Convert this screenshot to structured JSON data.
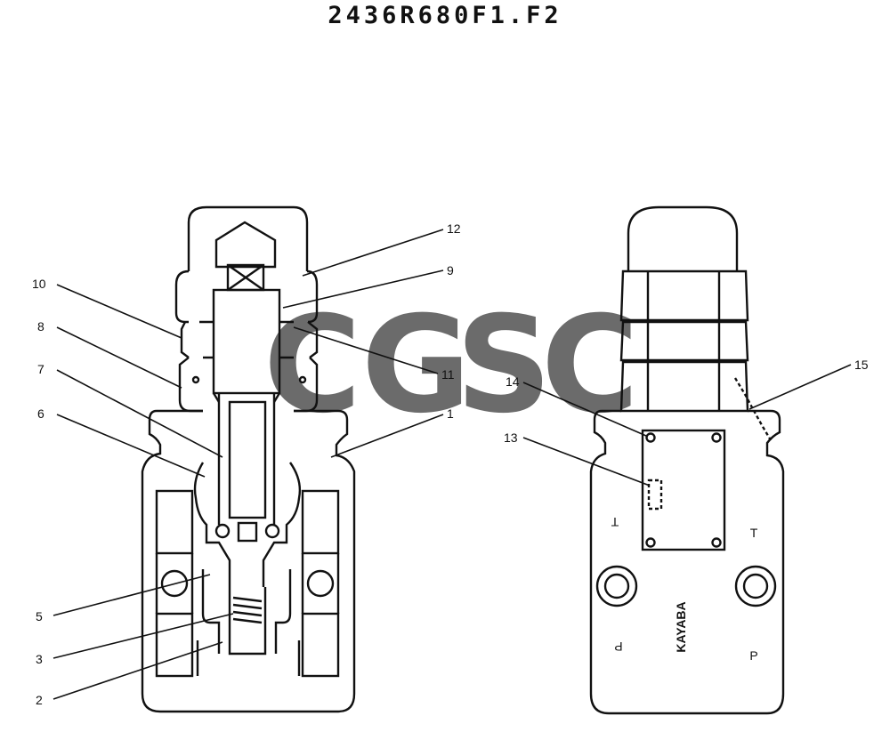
{
  "drawing": {
    "title": "2436R680F1.F2",
    "watermark": {
      "letters": [
        "C",
        "G",
        "S",
        "C"
      ],
      "colors": [
        "#4a86e8",
        "#ef6b5e",
        "#fbd258",
        "#4fae7a"
      ]
    },
    "callouts": [
      "1",
      "2",
      "3",
      "5",
      "6",
      "7",
      "8",
      "9",
      "10",
      "11",
      "12",
      "13",
      "14",
      "15"
    ],
    "body_marks": {
      "port_t": "T",
      "port_p": "P",
      "brand": "KAYABA"
    }
  }
}
